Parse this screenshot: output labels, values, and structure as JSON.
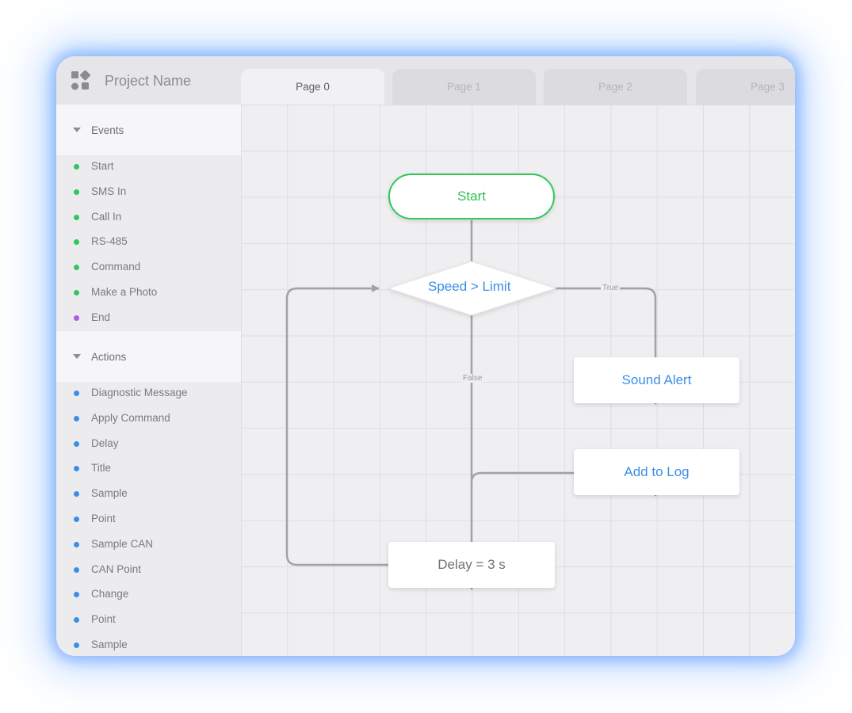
{
  "project": {
    "name": "Project Name",
    "logo_icon": "blocks-logo-icon"
  },
  "tabs": [
    {
      "label": "Page 0",
      "active": true
    },
    {
      "label": "Page 1",
      "active": false
    },
    {
      "label": "Page 2",
      "active": false
    },
    {
      "label": "Page 3",
      "active": false
    }
  ],
  "sidebar": {
    "events": {
      "label": "Events",
      "items": [
        {
          "label": "Start",
          "color": "#2ec862"
        },
        {
          "label": "SMS In",
          "color": "#2ec862"
        },
        {
          "label": "Call In",
          "color": "#2ec862"
        },
        {
          "label": "RS-485",
          "color": "#2ec862"
        },
        {
          "label": "Command",
          "color": "#2ec862"
        },
        {
          "label": "Make a Photo",
          "color": "#2ec862"
        },
        {
          "label": "End",
          "color": "#b35ae6"
        }
      ]
    },
    "actions": {
      "label": "Actions",
      "items": [
        {
          "label": "Diagnostic Message",
          "color": "#3a8ee8"
        },
        {
          "label": "Apply Command",
          "color": "#3a8ee8"
        },
        {
          "label": "Delay",
          "color": "#3a8ee8"
        },
        {
          "label": "Title",
          "color": "#3a8ee8"
        },
        {
          "label": "Sample",
          "color": "#3a8ee8"
        },
        {
          "label": "Point",
          "color": "#3a8ee8"
        },
        {
          "label": "Sample CAN",
          "color": "#3a8ee8"
        },
        {
          "label": "CAN Point",
          "color": "#3a8ee8"
        },
        {
          "label": "Change",
          "color": "#3a8ee8"
        },
        {
          "label": "Point",
          "color": "#3a8ee8"
        },
        {
          "label": "Sample",
          "color": "#3a8ee8"
        }
      ]
    }
  },
  "flow": {
    "start": "Start",
    "condition": "Speed > Limit",
    "true_label": "True",
    "false_label": "False",
    "sound_alert": "Sound Alert",
    "add_to_log": "Add to Log",
    "delay": "Delay = 3 s"
  },
  "colors": {
    "accent": "#3a8ee8",
    "start": "#33c759",
    "connector": "#a2a2a7"
  }
}
